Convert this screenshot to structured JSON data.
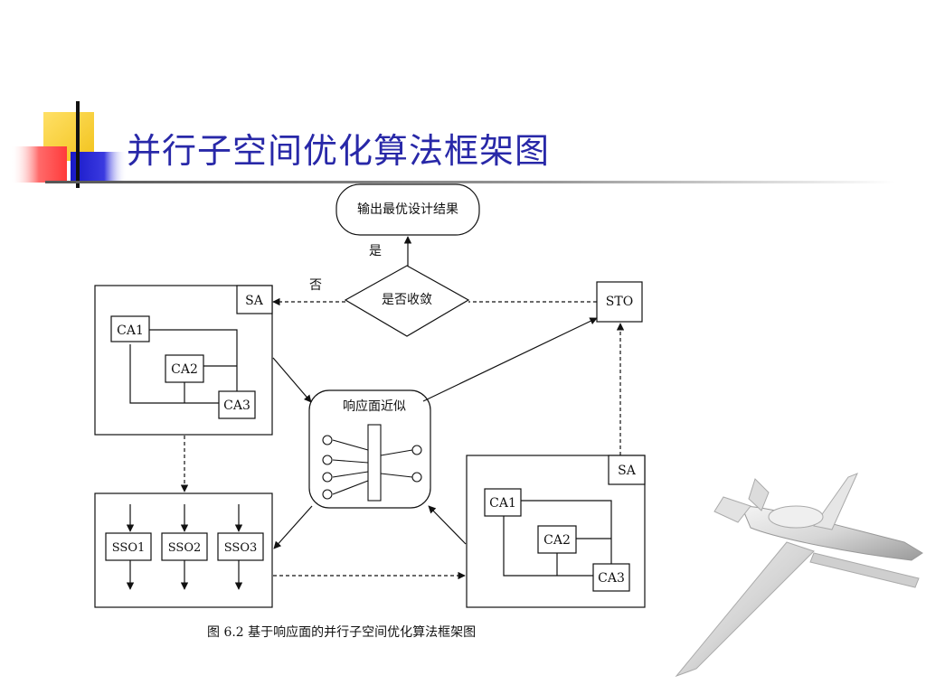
{
  "slide": {
    "title": "并行子空间优化算法框架图",
    "caption": "图 6.2  基于响应面的并行子空间优化算法框架图"
  },
  "diagram": {
    "nodes": {
      "output": "输出最优设计结果",
      "converge": "是否收敛",
      "yes": "是",
      "no": "否",
      "sto": "STO",
      "rsa": "响应面近似",
      "sa_top_left": "SA",
      "sa_bottom_right": "SA",
      "ca1_left": "CA1",
      "ca2_left": "CA2",
      "ca3_left": "CA3",
      "ca1_right": "CA1",
      "ca2_right": "CA2",
      "ca3_right": "CA3",
      "sso1": "SSO1",
      "sso2": "SSO2",
      "sso3": "SSO3"
    }
  },
  "colors": {
    "title": "#2828a8",
    "accent_yellow": "#f4c928",
    "accent_blue": "#2a2ad0",
    "accent_red": "#ff5a5a"
  }
}
